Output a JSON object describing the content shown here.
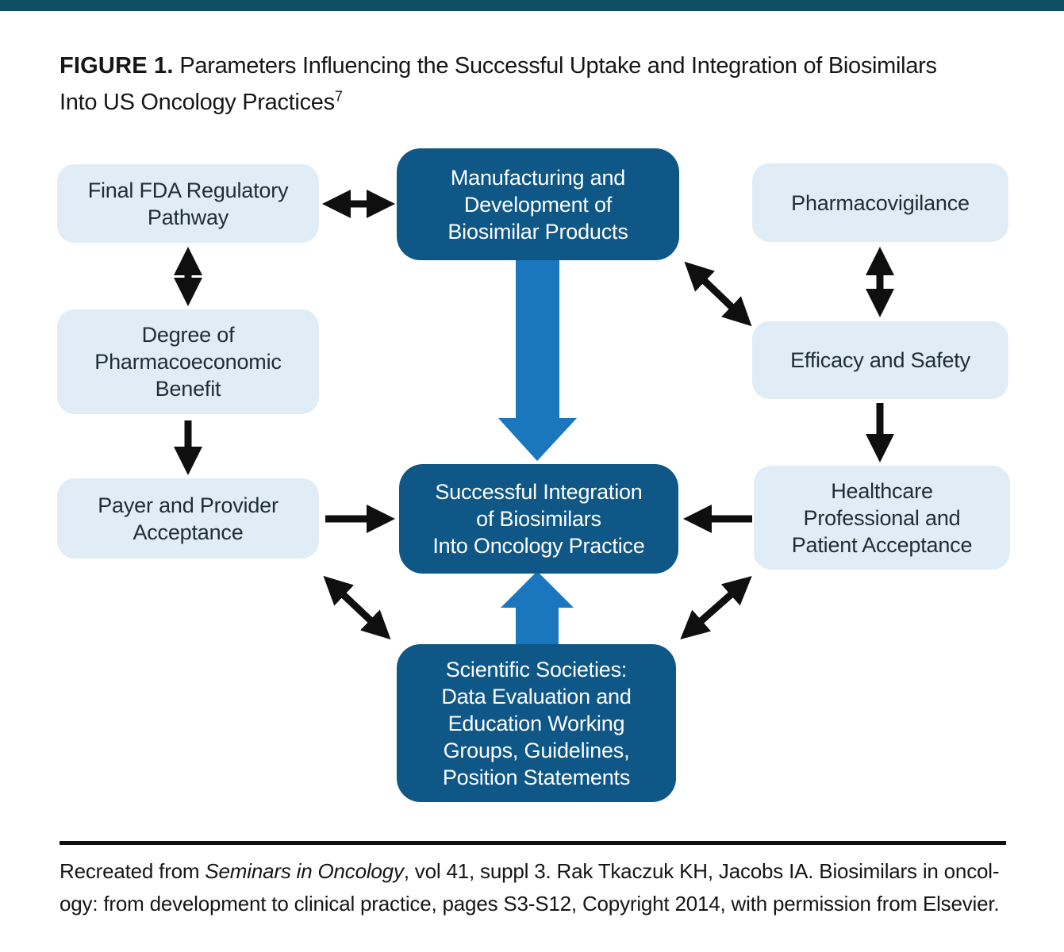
{
  "page": {
    "background": "#ffffff",
    "top_bar_color": "#0f4e63"
  },
  "title": {
    "bold": "FIGURE 1.",
    "rest": " Parameters Influencing the Successful Uptake and Integration of Biosimilars",
    "line2": "Into US Oncology Practices",
    "superscript": "7"
  },
  "colors": {
    "dark_box": "#0e5787",
    "light_box": "#e0edf6",
    "blue_arrow": "#1b77bd",
    "black_arrow": "#0f0f0f"
  },
  "boxes": {
    "final_fda": {
      "lines": [
        "Final FDA Regulatory",
        "Pathway"
      ]
    },
    "manufacturing": {
      "lines": [
        "Manufacturing and",
        "Development of",
        "Biosimilar Products"
      ]
    },
    "pharmacovigilance": {
      "lines": [
        "Pharmacovigilance"
      ]
    },
    "degree": {
      "lines": [
        "Degree of",
        "Pharmacoeconomic",
        "Benefit"
      ]
    },
    "efficacy": {
      "lines": [
        "Efficacy and Safety"
      ]
    },
    "payer": {
      "lines": [
        "Payer and Provider",
        "Acceptance"
      ]
    },
    "successful": {
      "lines": [
        "Successful Integration",
        "of Biosimilars",
        "Into Oncology Practice"
      ]
    },
    "healthcare": {
      "lines": [
        "Healthcare",
        "Professional and",
        "Patient Acceptance"
      ]
    },
    "scientific": {
      "lines": [
        "Scientific Societies:",
        "Data Evaluation and",
        "Education Working",
        "Groups, Guidelines,",
        "Position Statements"
      ]
    }
  },
  "footer": {
    "line1_prefix": "Recreated from ",
    "line1_italic": "Seminars in Oncology",
    "line1_suffix": ", vol 41, suppl 3. Rak Tkaczuk KH, Jacobs IA. Biosimilars in oncol-",
    "line2": "ogy: from development to clinical practice, pages S3-S12, Copyright 2014, with permission from Elsevier."
  }
}
